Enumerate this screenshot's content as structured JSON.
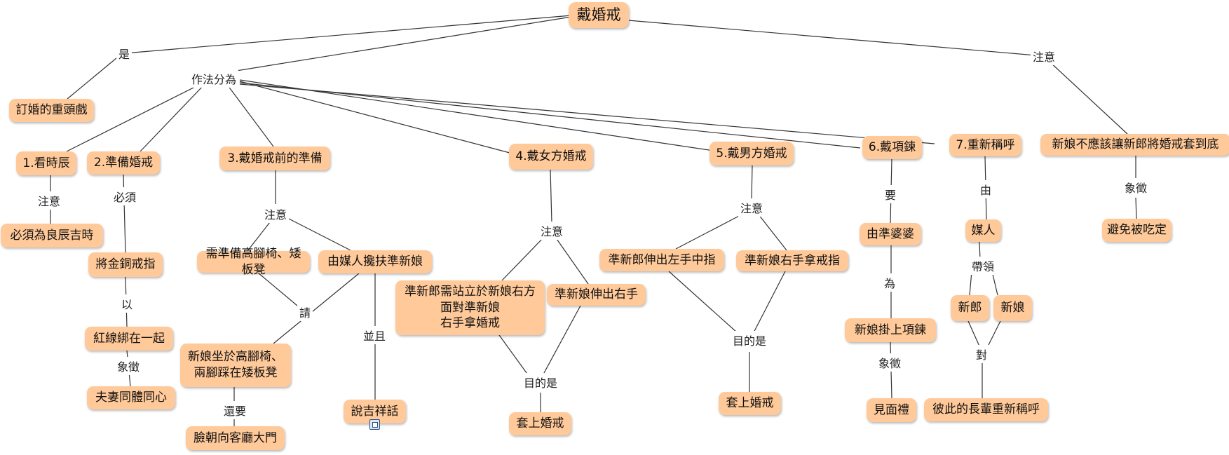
{
  "root": "戴婚戒",
  "labels": {
    "is": "是",
    "methods": "作法分為",
    "attention_top": "注意",
    "n1_attention": "注意",
    "must": "必須",
    "with": "以",
    "symbol_red": "象徵",
    "n3_attention": "注意",
    "please": "請",
    "and": "並且",
    "also": "還要",
    "n4_attention": "注意",
    "n4_purpose": "目的是",
    "n5_attention": "注意",
    "n5_purpose": "目的是",
    "need": "要",
    "for": "為",
    "symbol_necklace": "象徵",
    "by": "由",
    "lead": "帶領",
    "to": "對",
    "symbol_right": "象徵"
  },
  "nodes": {
    "engagement": "訂婚的重頭戲",
    "step1": "1.看時辰",
    "auspicious": "必須為良辰吉時",
    "step2": "2.準備婚戒",
    "gold_ring": "將金銅戒指",
    "red_thread": "紅線綁在一起",
    "couple": "夫妻同體同心",
    "step3": "3.戴婚戒前的準備",
    "high_chair": "需準備高腳椅、矮板凳",
    "matchmaker_help": "由媒人攙扶準新娘",
    "bride_sits": "新娘坐於高腳椅、\n兩腳踩在矮板凳",
    "face_hall": "臉朝向客廳大門",
    "auspicious_words": "說吉祥話",
    "step4": "4.戴女方婚戒",
    "groom_stand": "準新郎需站立於新娘右方\n面對準新娘\n右手拿婚戒",
    "bride_right_hand": "準新娘伸出右手",
    "put_ring_f": "套上婚戒",
    "step5": "5.戴男方婚戒",
    "groom_left_hand": "準新郎伸出左手中指",
    "bride_take_ring": "準新娘右手拿戒指",
    "put_ring_m": "套上婚戒",
    "step6": "6.戴項鍊",
    "mother_in_law": "由準婆婆",
    "necklace_on": "新娘掛上項鍊",
    "meeting_gift": "見面禮",
    "step7": "7.重新稱呼",
    "matchmaker": "媒人",
    "groom": "新郎",
    "bride": "新娘",
    "new_address": "彼此的長輩重新稱呼",
    "bride_caution": "新娘不應該讓新郎將婚戒套到底",
    "not_bullied": "避免被吃定"
  },
  "colors": {
    "node_fill": "#ffc999",
    "line": "#333333",
    "label_bg": "#ffffff"
  },
  "icons": [
    "note-icon"
  ]
}
